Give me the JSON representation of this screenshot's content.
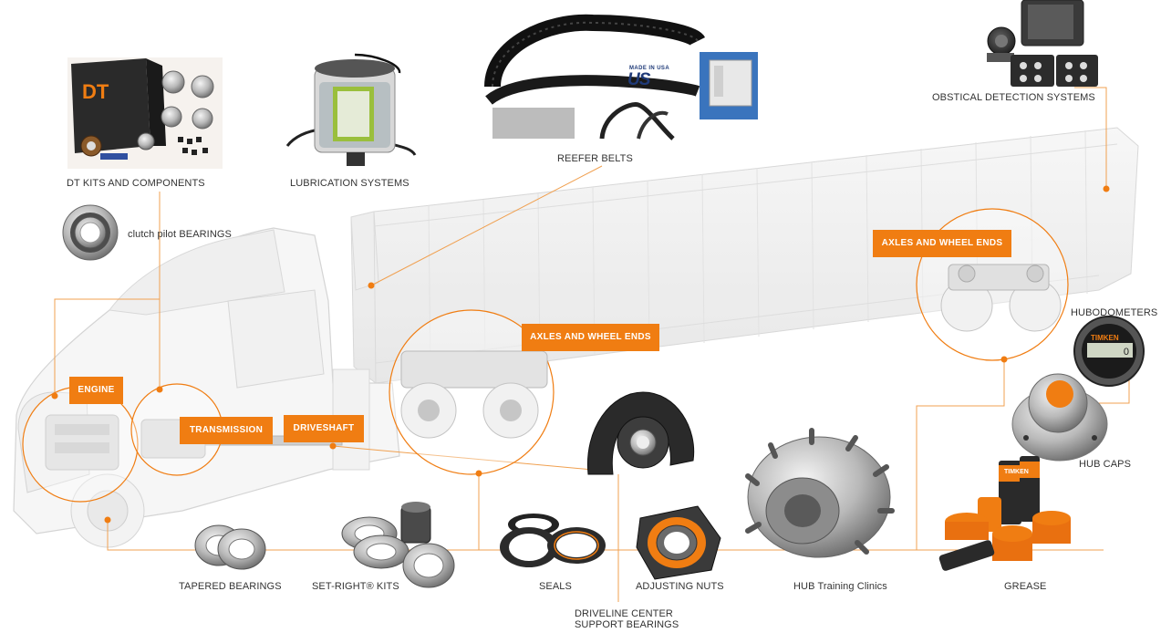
{
  "colors": {
    "accent": "#f07d12",
    "line": "#f0a050",
    "text": "#333333"
  },
  "labels": {
    "dt_kits": "DT KITS AND COMPONENTS",
    "lubrication": "LUBRICATION SYSTEMS",
    "reefer_belts": "REEFER BELTS",
    "obstical": "OBSTICAL DETECTION SYSTEMS",
    "clutch": "clutch pilot BEARINGS",
    "hubodometers": "HUBODOMETERS",
    "hub_caps": "HUB CAPS",
    "tapered": "TAPERED BEARINGS",
    "set_right": "SET-RIGHT® KITS",
    "seals": "SEALS",
    "adjusting_nuts": "ADJUSTING NUTS",
    "hub_training": "HUB Training Clinics",
    "grease": "GREASE",
    "driveline_line1": "DRIVELINE CENTER",
    "driveline_line2": "SUPPORT BEARINGS"
  },
  "badges": {
    "engine": "ENGINE",
    "transmission": "TRANSMISSION",
    "driveshaft": "DRIVESHAFT",
    "axles_front": "AXLES AND WHEEL ENDS",
    "axles_rear": "AXLES AND WHEEL ENDS"
  },
  "logos": {
    "made_in_usa": "MADE IN USA",
    "us": "US",
    "timken": "TIMKEN"
  },
  "icons": [
    "truck-illustration",
    "trailer-illustration",
    "bearing-icon",
    "gauge-icon",
    "camera-icon",
    "belt-icon",
    "grease-tub-icon"
  ]
}
